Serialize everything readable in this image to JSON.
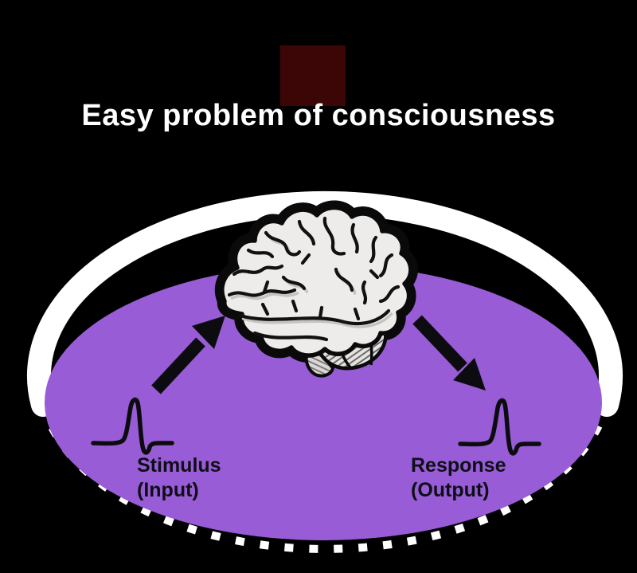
{
  "title": "Easy problem of consciousness",
  "stimulus": {
    "line1": "Stimulus",
    "line2": "(Input)"
  },
  "response": {
    "line1": "Response",
    "line2": "(Output)"
  },
  "colors": {
    "background": "#000000",
    "title_text": "#ffffff",
    "ellipse_fill": "#975cd6",
    "glow_ring": "#ffffff",
    "accent_square": "#3c0606",
    "label_text": "#0e0e16",
    "arrow": "#0c0c10",
    "spike_stroke": "#0c0c10",
    "brain_fill": "#eeeceb",
    "brain_outline": "#0a0a0a"
  },
  "icons": {
    "brain": "brain-illustration",
    "input_arrow": "arrow-up-right",
    "output_arrow": "arrow-down-right",
    "stimulus_waveform": "action-potential-spike",
    "response_waveform": "action-potential-spike"
  }
}
